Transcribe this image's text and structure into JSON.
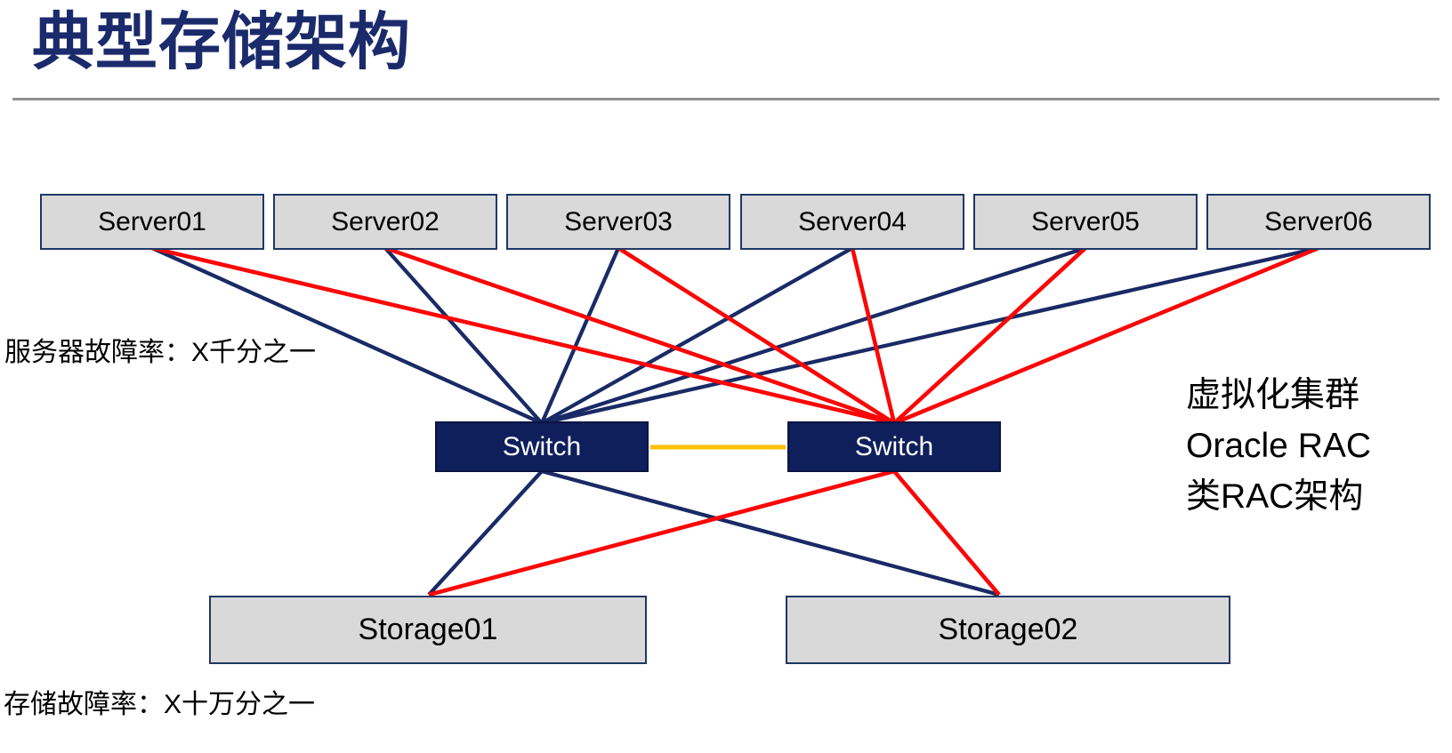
{
  "title": "典型存储架构",
  "annotations": {
    "server_failure_rate": "服务器故障率：X千分之一",
    "storage_failure_rate": "存储故障率：X十万分之一",
    "cluster_note_lines": [
      "虚拟化集群",
      "Oracle RAC",
      "类RAC架构"
    ]
  },
  "nodes": {
    "servers": [
      "Server01",
      "Server02",
      "Server03",
      "Server04",
      "Server05",
      "Server06"
    ],
    "switches": [
      "Switch",
      "Switch"
    ],
    "storages": [
      "Storage01",
      "Storage02"
    ]
  },
  "edges": [
    {
      "from": "server-01",
      "to": "switch-left",
      "color": "navy"
    },
    {
      "from": "server-02",
      "to": "switch-left",
      "color": "navy"
    },
    {
      "from": "server-03",
      "to": "switch-left",
      "color": "navy"
    },
    {
      "from": "server-04",
      "to": "switch-left",
      "color": "navy"
    },
    {
      "from": "server-05",
      "to": "switch-left",
      "color": "navy"
    },
    {
      "from": "server-06",
      "to": "switch-left",
      "color": "navy"
    },
    {
      "from": "switch-left",
      "to": "storage-01",
      "color": "navy"
    },
    {
      "from": "switch-left",
      "to": "storage-02",
      "color": "navy"
    },
    {
      "from": "switch-left",
      "to": "switch-right",
      "color": "yellow"
    },
    {
      "from": "server-01",
      "to": "switch-right",
      "color": "red"
    },
    {
      "from": "server-02",
      "to": "switch-right",
      "color": "red"
    },
    {
      "from": "server-03",
      "to": "switch-right",
      "color": "red"
    },
    {
      "from": "server-04",
      "to": "switch-right",
      "color": "red"
    },
    {
      "from": "server-05",
      "to": "switch-right",
      "color": "red"
    },
    {
      "from": "server-06",
      "to": "switch-right",
      "color": "red"
    },
    {
      "from": "switch-right",
      "to": "storage-01",
      "color": "red"
    },
    {
      "from": "switch-right",
      "to": "storage-02",
      "color": "red"
    }
  ],
  "colors": {
    "navy": "#1A2A66",
    "red": "#FB0606",
    "yellow": "#FFC000",
    "node_fill": "#D9D9D9",
    "node_border": "#1F3864",
    "switch_fill": "#0F1F5C",
    "switch_border": "#0A1443",
    "title": "#1B2A6B",
    "divider": "#909090"
  }
}
